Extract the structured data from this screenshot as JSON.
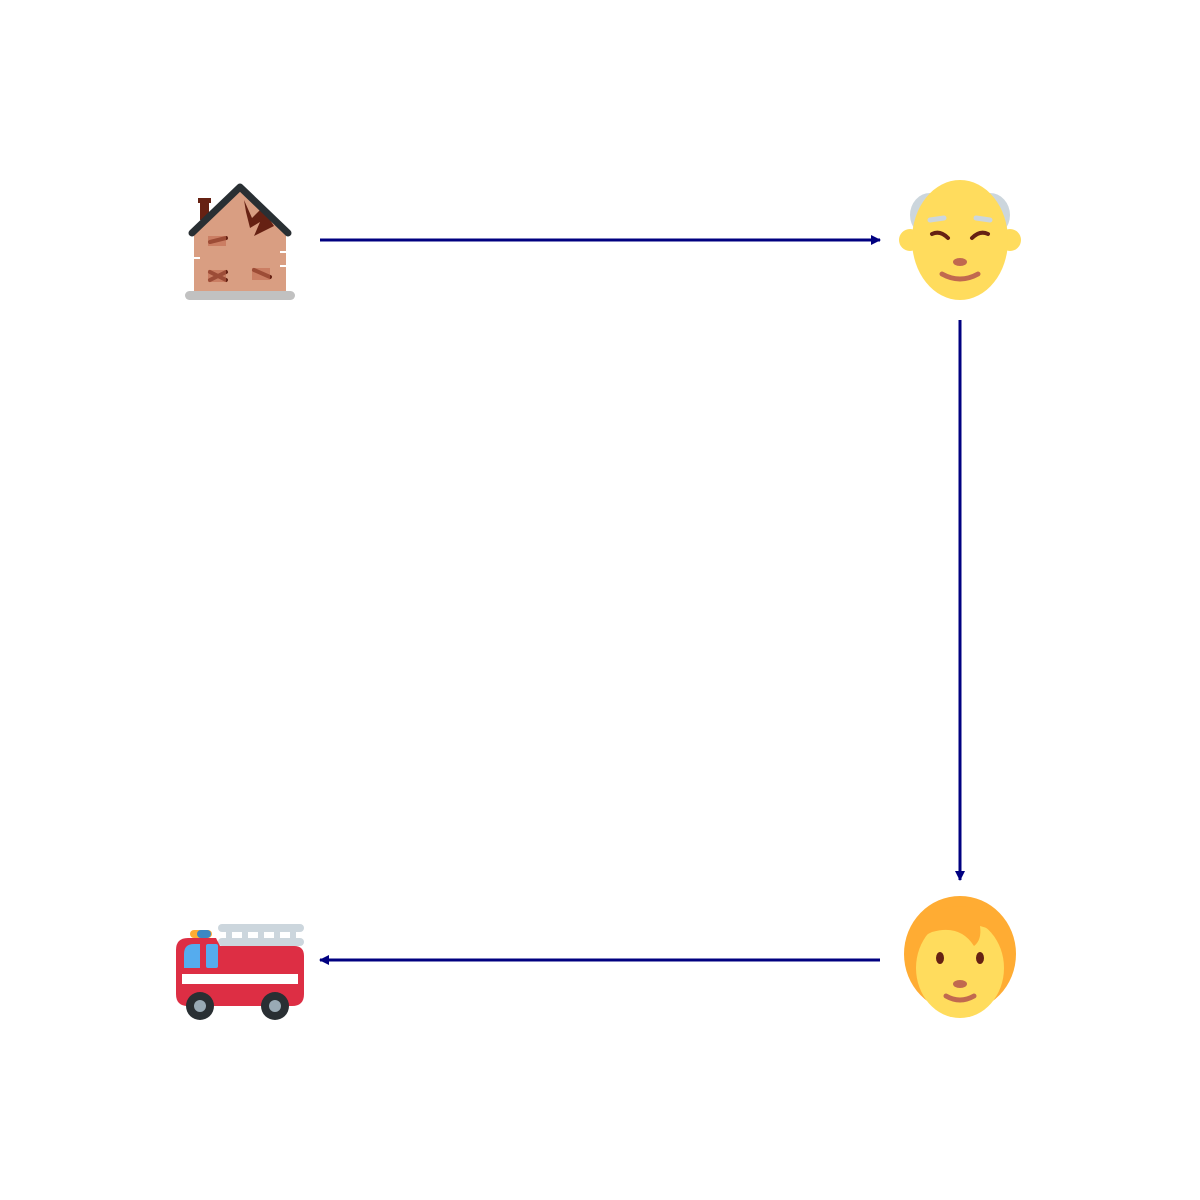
{
  "diagram": {
    "arrow_color": "#000080",
    "nodes": [
      {
        "id": "house",
        "icon": "derelict-house-icon"
      },
      {
        "id": "old_man",
        "icon": "old-man-icon"
      },
      {
        "id": "person",
        "icon": "person-icon"
      },
      {
        "id": "fire_engine",
        "icon": "fire-engine-icon"
      }
    ],
    "edges": [
      {
        "from": "house",
        "to": "old_man"
      },
      {
        "from": "old_man",
        "to": "person"
      },
      {
        "from": "person",
        "to": "fire_engine"
      }
    ]
  }
}
